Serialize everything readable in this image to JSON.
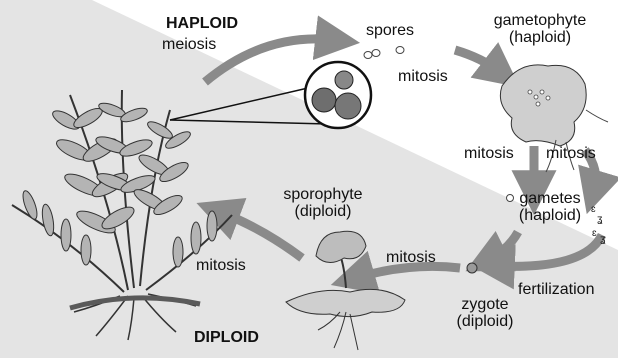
{
  "regions": {
    "haploid": "HAPLOID",
    "diploid": "DIPLOID"
  },
  "stages": {
    "spores": "spores",
    "gametophyte": "gametophyte\n(haploid)",
    "gametes": "gametes\n(haploid)",
    "zygote": "zygote\n(diploid)",
    "sporophyte": "sporophyte\n(diploid)"
  },
  "processes": {
    "meiosis": "meiosis",
    "mitosis_spores": "mitosis",
    "mitosis_gametophyte_left": "mitosis",
    "mitosis_gametophyte_right": "mitosis",
    "fertilization": "fertilization",
    "mitosis_zygote": "mitosis",
    "mitosis_sporophyte": "mitosis"
  },
  "colors": {
    "haploid_bg": "#ffffff",
    "diploid_bg": "#e4e4e4",
    "arrow": "#8a8a8a",
    "ink": "#111111"
  },
  "icons": [
    "adult-fern",
    "sporangium-magnifier",
    "spore",
    "gametophyte-prothallus",
    "sperm-cells",
    "zygote-cell",
    "young-sporophyte"
  ]
}
